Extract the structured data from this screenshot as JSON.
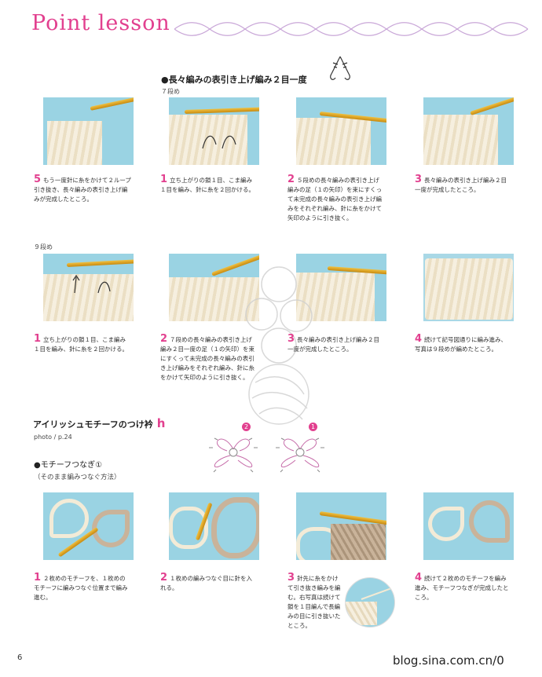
{
  "header": {
    "title": "Point lesson"
  },
  "section1": {
    "heading": "●長々編みの表引き上げ編み２目一度",
    "row_a_label": "７段め",
    "row_b_label": "９段め",
    "row_a": [
      {
        "num": "5",
        "text": "もう一度針に糸をかけて２ループ引き抜き、長々編みの表引き上げ編みが完成したところ。"
      },
      {
        "num": "1",
        "text": "立ち上がりの鎖１目、こま編み１目を編み、針に糸を２回かける。"
      },
      {
        "num": "2",
        "text": "５段めの長々編みの表引き上げ編みの足（１の矢印）を束にすくって未完成の長々編みの表引き上げ編みをそれぞれ編み、針に糸をかけて矢印のように引き抜く。"
      },
      {
        "num": "3",
        "text": "長々編みの表引き上げ編み２目一度が完成したところ。"
      }
    ],
    "row_b": [
      {
        "num": "1",
        "text": "立ち上がりの鎖１目、こま編み１目を編み、針に糸を２回かける。"
      },
      {
        "num": "2",
        "text": "７段めの長々編みの表引き上げ編み２目一度の足（１の矢印）を束にすくって未完成の長々編みの表引き上げ編みをそれぞれ編み、針に糸をかけて矢印のように引き抜く。"
      },
      {
        "num": "3",
        "text": "長々編みの表引き上げ編み２目一度が完成したところ。"
      },
      {
        "num": "4",
        "text": "続けて記号図通りに編み進み、写真は９段めが編めたところ。"
      }
    ]
  },
  "section2": {
    "heading": "アイリッシュモチーフのつけ衿",
    "heading_letter": "h",
    "photo_ref": "photo / p.24",
    "sub_heading": "●モチーフつなぎ①",
    "sub_note": "（そのまま編みつなぐ方法）",
    "badges": [
      "2",
      "1"
    ],
    "steps": [
      {
        "num": "1",
        "text": "２枚めのモチーフを、１枚めのモチーフに編みつなぐ位置まで編み進む。"
      },
      {
        "num": "2",
        "text": "１枚めの編みつなぐ目に針を入れる。"
      },
      {
        "num": "3",
        "text": "針先に糸をかけて引き抜き編みを編む。右写真は続けて鎖を１目編んで長編みの目に引き抜いたところ。"
      },
      {
        "num": "4",
        "text": "続けて２枚めのモチーフを編み進み、モチーフつなぎが完成したところ。"
      }
    ]
  },
  "footer": {
    "page": "6",
    "watermark": "blog.sina.com.cn/0"
  },
  "colors": {
    "accent": "#e2408f",
    "photo_bg": "#9ad3e3",
    "hook": "#e0a82a",
    "yarn": "#f3ebd7"
  }
}
